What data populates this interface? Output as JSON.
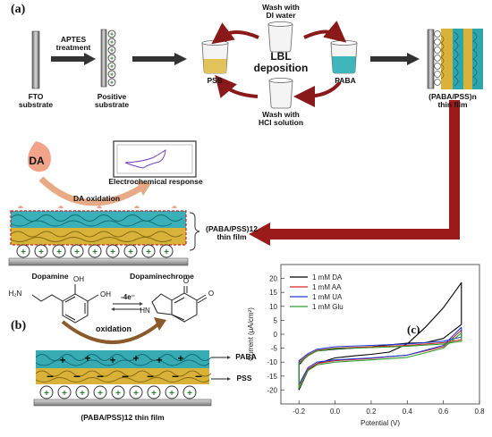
{
  "panel_a": "(a)",
  "panel_b": "(b)",
  "panel_c": "(c)",
  "fto_label": "FTO\nsubstrate",
  "aptes_label": "APTES\ntreatment",
  "positive_label": "Positive\nsubstrate",
  "wash_di": "Wash with\nDI water",
  "lbl_label": "LBL\ndeposition",
  "pss_label": "PSS",
  "paba_label": "PABA",
  "wash_hcl": "Wash with\nHCl solution",
  "film_n_label": "(PABA/PSS)n\nthin film",
  "da_label": "DA",
  "echem_label": "Electrochemical response",
  "da_oxidation": "DA oxidation",
  "film12_label": "(PABA/PSS)12\nthin film",
  "dopamine": "Dopamine",
  "dopaminechrome": "Dopaminechrome",
  "electrons": "-4e⁻",
  "oxidation": "oxidation",
  "layer_paba": "PABA",
  "layer_pss": "PSS",
  "film12_bottom": "(PABA/PSS)12 thin film",
  "molecule_atoms": {
    "h2n": "H₂N",
    "oh1": "OH",
    "oh2": "OH",
    "o1": "O",
    "o2": "O",
    "hn": "HN"
  },
  "colors": {
    "arrow_red": "#9b1b1b",
    "paba_teal": "#1e9fa8",
    "pss_gold": "#c99a1a",
    "wash_arrow": "#8a1a1a"
  },
  "chart_data": {
    "type": "line",
    "xlabel": "Potential (V)",
    "ylabel": "Current (μA/cm²)",
    "xlim": [
      -0.3,
      0.8
    ],
    "ylim": [
      -25,
      25
    ],
    "xticks": [
      -0.2,
      0.0,
      0.2,
      0.4,
      0.6,
      0.8
    ],
    "xtick_labels": [
      "-0.2",
      "0.0",
      "0.2",
      "0.4",
      "0.6",
      "0.8"
    ],
    "yticks": [
      -20,
      -15,
      -10,
      -5,
      0,
      5,
      10,
      15,
      20
    ],
    "ytick_labels": [
      "-20",
      "-15",
      "-10",
      "-5",
      "0",
      "5",
      "10",
      "15",
      "20"
    ],
    "legend_position": "top-left",
    "series": [
      {
        "name": "1 mM DA",
        "color": "#000000",
        "x": [
          -0.2,
          -0.15,
          -0.1,
          0.0,
          0.1,
          0.2,
          0.3,
          0.4,
          0.5,
          0.6,
          0.7,
          0.7,
          0.6,
          0.5,
          0.4,
          0.3,
          0.2,
          0.1,
          0.0,
          -0.1,
          -0.15,
          -0.2
        ],
        "y": [
          -20,
          -13,
          -10.5,
          -8.5,
          -7.8,
          -7.2,
          -6.4,
          -3.5,
          2.5,
          9.5,
          18.5,
          3.5,
          -1.5,
          -3.0,
          -3.2,
          -3.8,
          -4.5,
          -5.0,
          -5.4,
          -6.0,
          -7.5,
          -11
        ]
      },
      {
        "name": "1 mM AA",
        "color": "#d62728",
        "x": [
          -0.2,
          -0.15,
          -0.1,
          0.0,
          0.2,
          0.4,
          0.6,
          0.7,
          0.7,
          0.6,
          0.4,
          0.2,
          0.0,
          -0.1,
          -0.15,
          -0.2
        ],
        "y": [
          -18.5,
          -12.5,
          -10.5,
          -9.5,
          -8.7,
          -7.5,
          -4.5,
          1.5,
          -2.0,
          -3.0,
          -4.0,
          -4.5,
          -5.0,
          -5.8,
          -7.5,
          -10
        ]
      },
      {
        "name": "1 mM UA",
        "color": "#1f3fd6",
        "x": [
          -0.2,
          -0.15,
          -0.1,
          0.0,
          0.2,
          0.4,
          0.6,
          0.7,
          0.7,
          0.6,
          0.4,
          0.2,
          0.0,
          -0.1,
          -0.15,
          -0.2
        ],
        "y": [
          -18,
          -12,
          -10,
          -9.2,
          -8.5,
          -7.5,
          -4,
          2.5,
          -1.0,
          -2.5,
          -3.5,
          -4.0,
          -4.5,
          -5.4,
          -7.0,
          -9.5
        ]
      },
      {
        "name": "1 mM Glu",
        "color": "#2ca02c",
        "x": [
          -0.2,
          -0.15,
          -0.1,
          0.0,
          0.2,
          0.4,
          0.6,
          0.7,
          0.7,
          0.6,
          0.4,
          0.2,
          0.0,
          -0.1,
          -0.15,
          -0.2
        ],
        "y": [
          -19.5,
          -13,
          -11,
          -10,
          -9.2,
          -8.3,
          -5.0,
          0.5,
          -2.5,
          -3.5,
          -4.3,
          -4.8,
          -5.2,
          -6.0,
          -7.8,
          -10.5
        ]
      }
    ]
  }
}
